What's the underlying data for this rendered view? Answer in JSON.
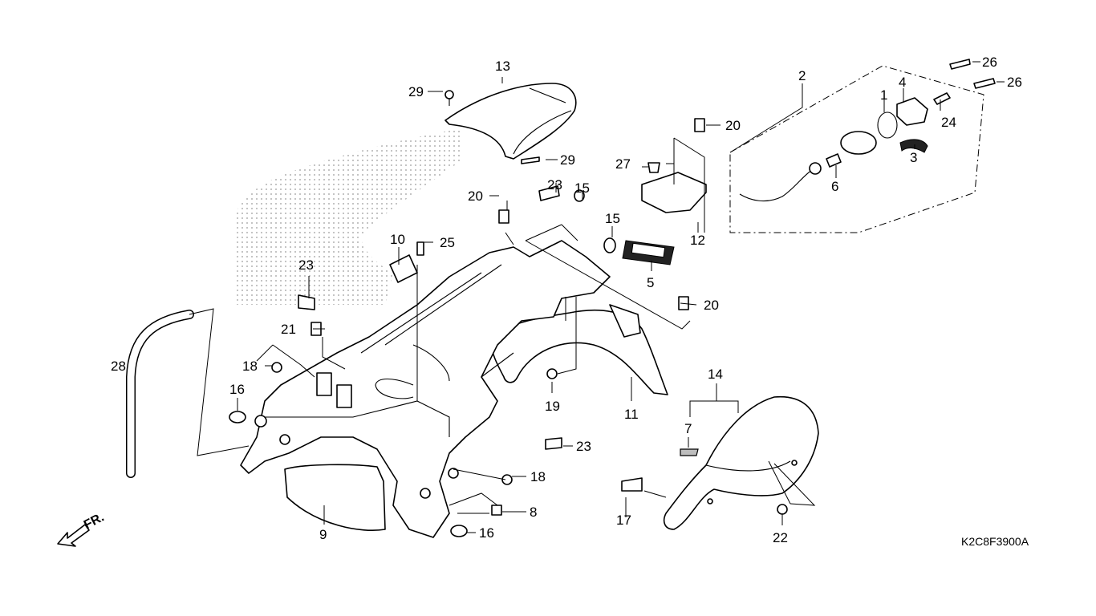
{
  "diagram": {
    "code": "K2C8F3900A",
    "direction_label": "FR.",
    "callouts": {
      "c1": "1",
      "c2": "2",
      "c3": "3",
      "c4": "4",
      "c5": "5",
      "c6": "6",
      "c7": "7",
      "c8": "8",
      "c9": "9",
      "c10": "10",
      "c11": "11",
      "c12": "12",
      "c13": "13",
      "c14": "14",
      "c15a": "15",
      "c15b": "15",
      "c16a": "16",
      "c16b": "16",
      "c17": "17",
      "c18a": "18",
      "c18b": "18",
      "c19": "19",
      "c20a": "20",
      "c20b": "20",
      "c20c": "20",
      "c21": "21",
      "c22": "22",
      "c23a": "23",
      "c23b": "23",
      "c23c": "23",
      "c24": "24",
      "c25": "25",
      "c26a": "26",
      "c26b": "26",
      "c27": "27",
      "c28": "28",
      "c29a": "29",
      "c29b": "29"
    },
    "colors": {
      "line": "#000000",
      "background": "#ffffff",
      "stipple": "#9a9a9a"
    }
  }
}
